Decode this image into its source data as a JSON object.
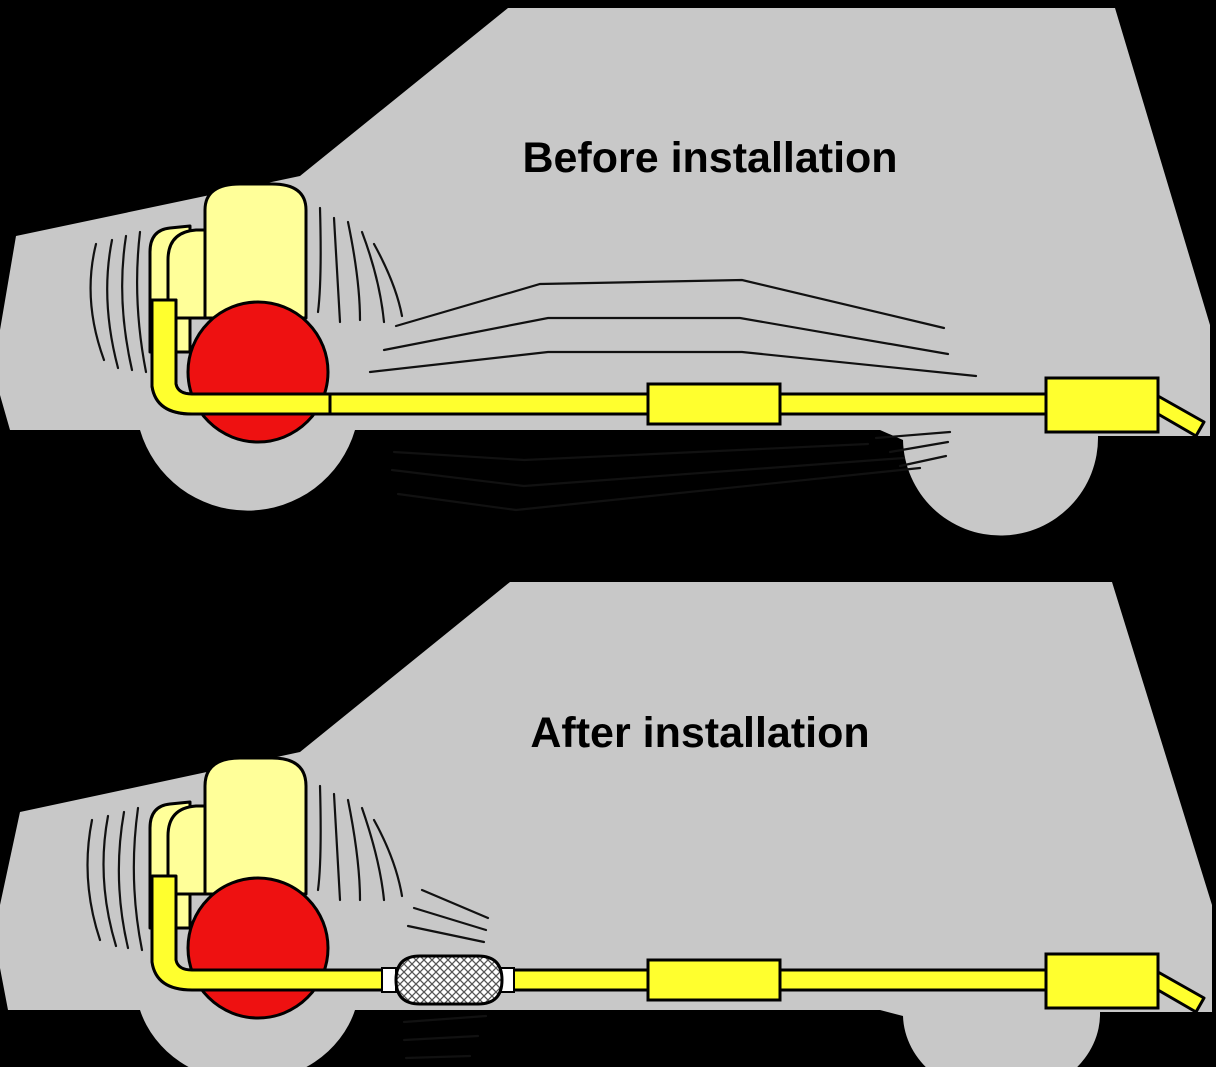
{
  "panels": [
    {
      "id": "before",
      "caption": "Before installation",
      "has_catalyst": false
    },
    {
      "id": "after",
      "caption": "After installation",
      "has_catalyst": true
    }
  ],
  "colors": {
    "background": "#000000",
    "car_body": "#c8c8c8",
    "engine": "#ffff99",
    "exhaust_pipe": "#ffff2e",
    "engine_ball": "#ee1111",
    "outline": "#000000"
  }
}
